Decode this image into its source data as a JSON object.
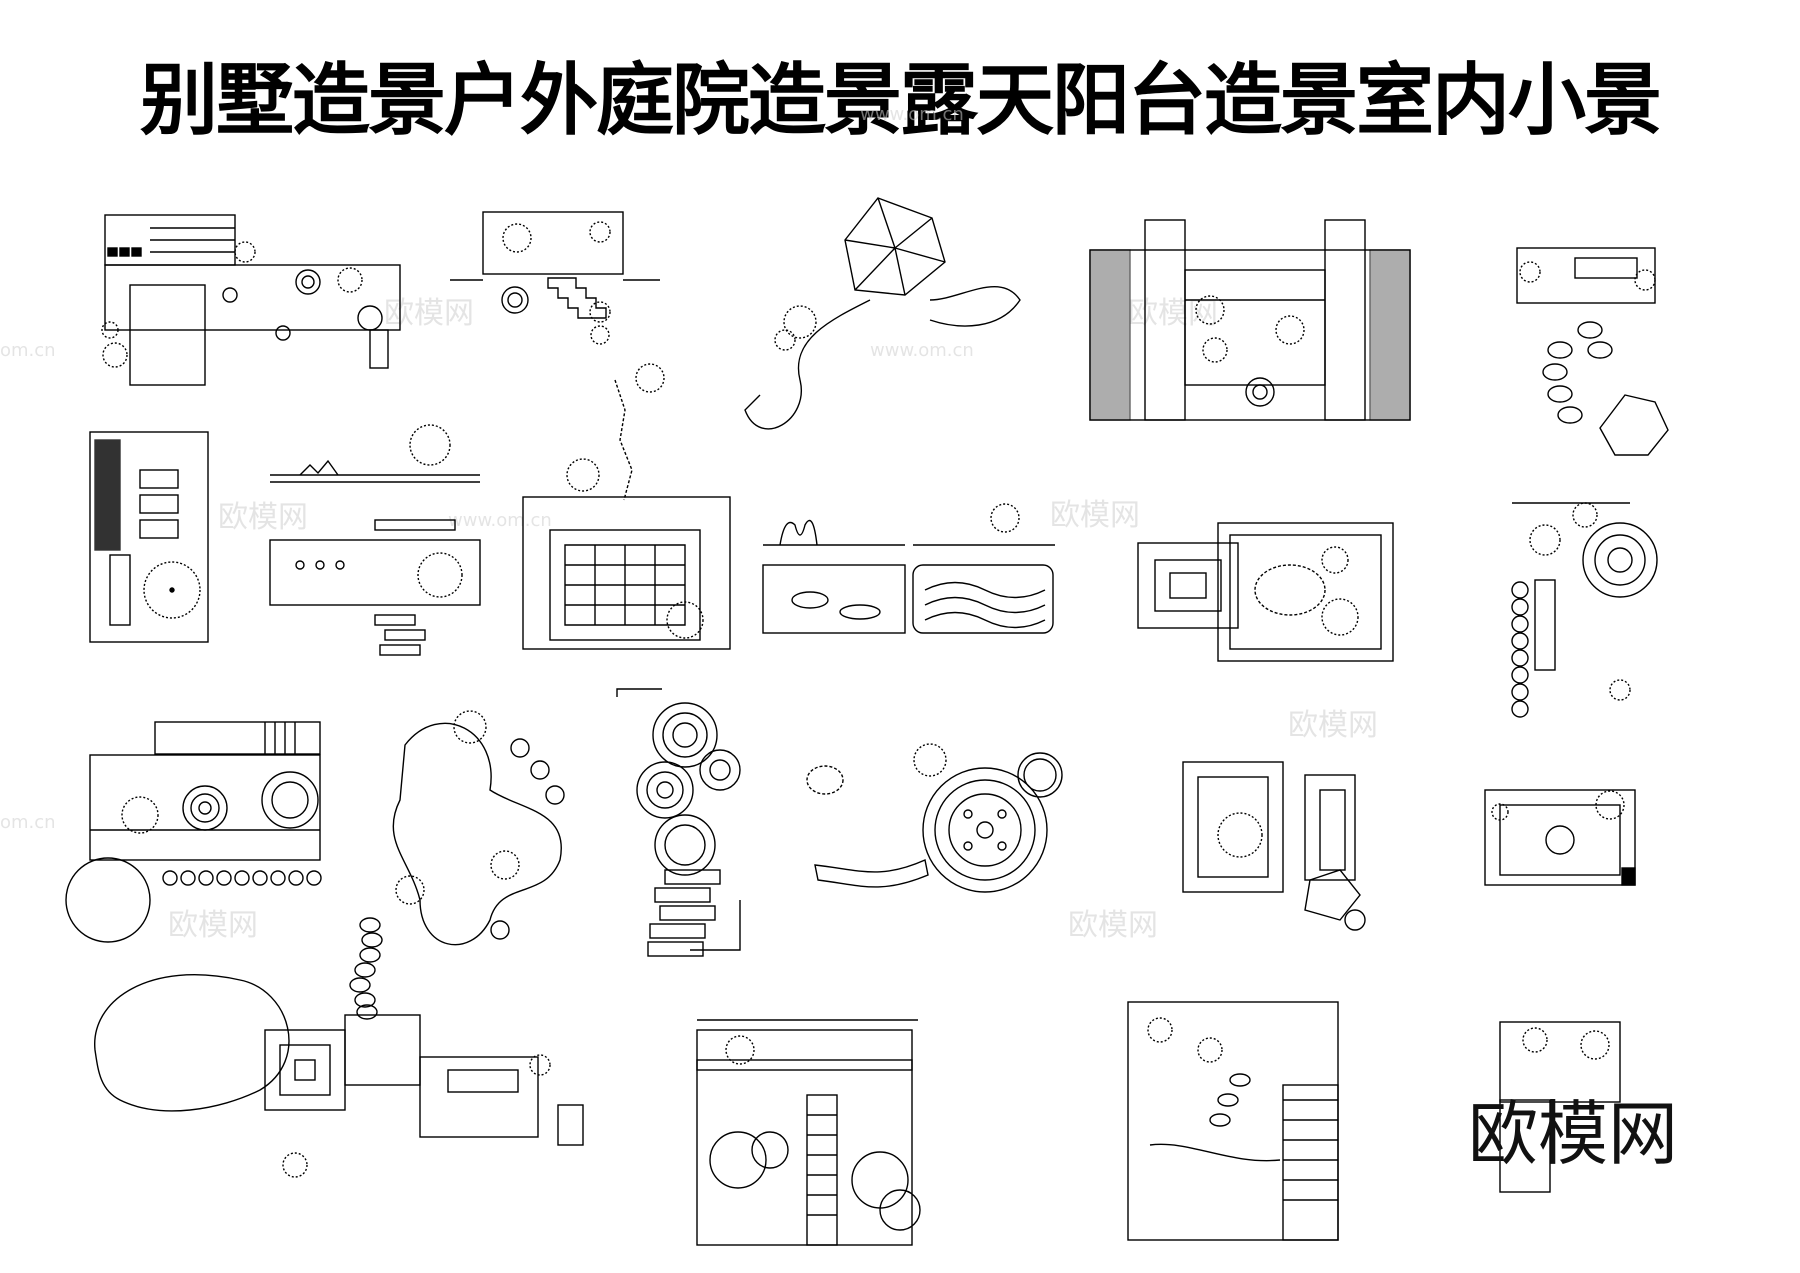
{
  "header": {
    "title": "别墅造景户外庭院造景露天阳台造景室内小景"
  },
  "branding": {
    "logo_text": "欧模网",
    "watermark_text": "欧模网",
    "watermark_url": "www.om.cn",
    "watermark_short": "om.cn"
  },
  "plans": [
    "villa-courtyard-plan-1",
    "terrace-garden-plan-2",
    "gazebo-path-plan-3",
    "symmetric-courtyard-plan-4",
    "balcony-plan-5",
    "narrow-garden-plan-6",
    "shelf-landscape-plan-7",
    "grid-pool-plan-8",
    "tray-landscape-plan-9",
    "square-deck-plan-10",
    "circle-seating-plan-11",
    "paving-pond-plan-12",
    "stone-island-plan-13",
    "spiral-paving-plan-14",
    "round-plaza-plan-15",
    "deck-patio-plan-16",
    "dining-terrace-plan-17",
    "pond-deck-plan-18",
    "lawn-garden-plan-19",
    "irregular-yard-plan-20",
    "corner-garden-plan-21"
  ]
}
